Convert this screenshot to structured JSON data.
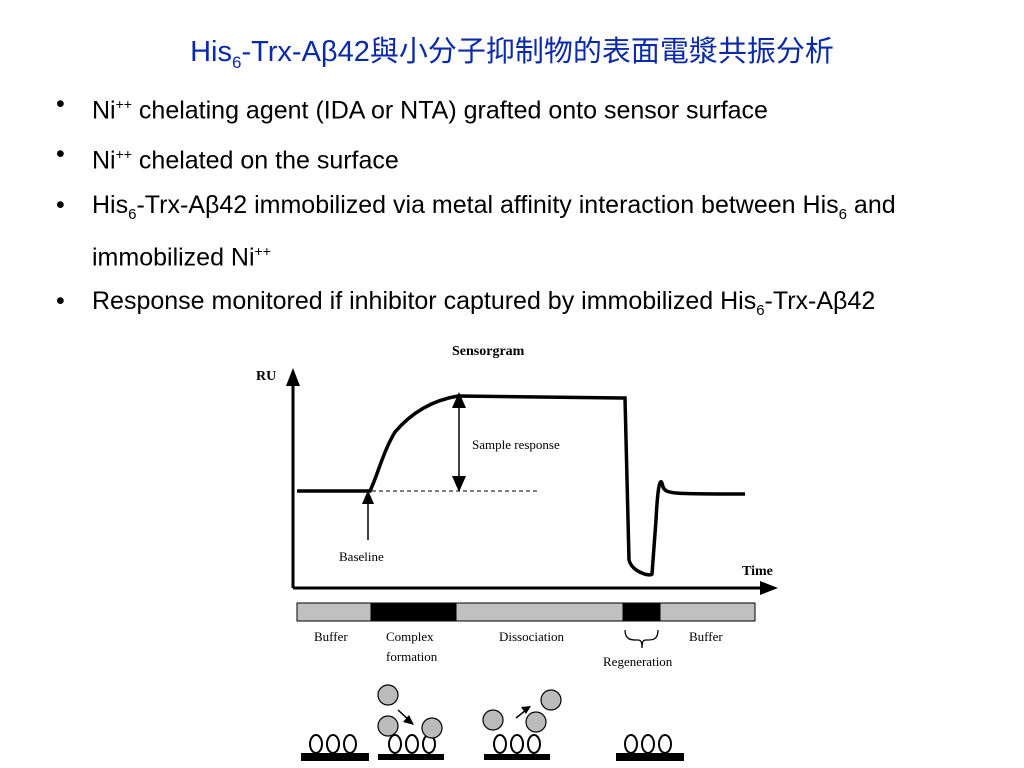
{
  "title": {
    "pre": "His",
    "sub": "6",
    "mid": "-Trx-A",
    "beta": "β",
    "post": "42與小分子抑制物的表面電漿共振分析"
  },
  "bullets": {
    "b1": {
      "ni": "Ni",
      "sup": "++",
      "text": " chelating agent (IDA or NTA) grafted onto sensor surface"
    },
    "b2": {
      "ni": "Ni",
      "sup": "++",
      "text": " chelated on the surface"
    },
    "b3": {
      "his": "His",
      "sub": "6",
      "trx": "-Trx-A",
      "beta": "β",
      "rest": "42 immobilized via metal affinity interaction between His",
      "sub2": "6",
      "rest2": " and immobilized Ni",
      "sup": "++"
    },
    "b4": {
      "text": "Response monitored if inhibitor captured by immobilized His",
      "sub": "6",
      "dash": "-",
      "trx": "Trx-A",
      "beta": "β",
      "end": "42"
    }
  },
  "diagram": {
    "title": "Sensorgram",
    "y_axis": "RU",
    "x_axis": "Time",
    "sample_response": "Sample response",
    "baseline": "Baseline",
    "phases": [
      "Buffer",
      "Complex",
      "formation",
      "Dissociation",
      "Regeneration",
      "Buffer"
    ]
  },
  "colors": {
    "title": "#0a2aa8",
    "phase_light": "#c0c0c0",
    "phase_dark": "#000000"
  }
}
